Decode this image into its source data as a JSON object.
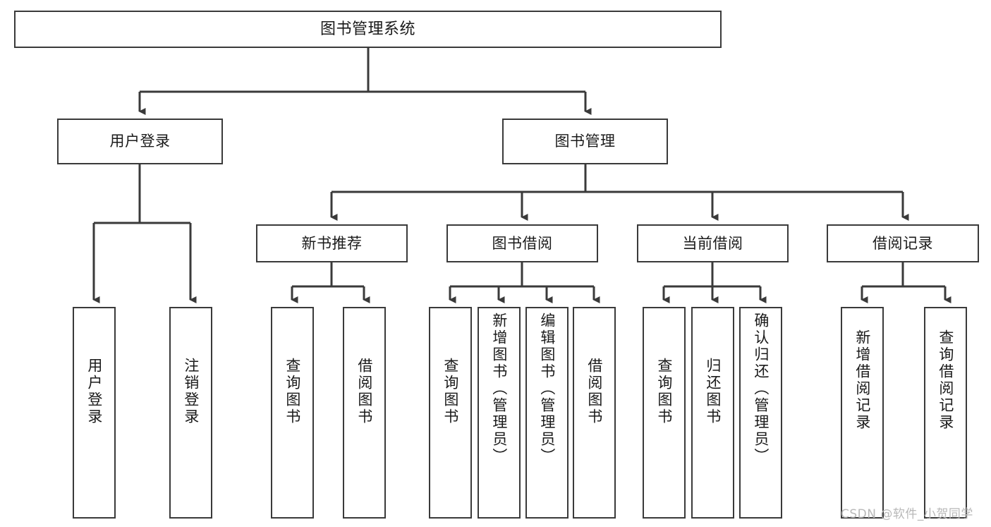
{
  "diagram": {
    "type": "tree",
    "title": "图书管理系统",
    "orientation": "top-down",
    "colors": {
      "node_border": "#3a3a3a",
      "node_fill": "#ffffff",
      "connector": "#3a3a3a",
      "text": "#1a1a1a",
      "watermark": "#b8b8b8",
      "background": "#ffffff"
    }
  },
  "root": {
    "label": "图书管理系统"
  },
  "level2": [
    {
      "label": "用户登录"
    },
    {
      "label": "图书管理"
    }
  ],
  "level3": [
    {
      "label": "新书推荐"
    },
    {
      "label": "图书借阅"
    },
    {
      "label": "当前借阅"
    },
    {
      "label": "借阅记录"
    }
  ],
  "leaves": {
    "user_login": [
      {
        "label": "用户登录"
      },
      {
        "label": "注销登录"
      }
    ],
    "new_book_recommend": [
      {
        "label": "查询图书"
      },
      {
        "label": "借阅图书"
      }
    ],
    "book_borrow": [
      {
        "label": "查询图书"
      },
      {
        "label": "新增图书（管理员）"
      },
      {
        "label": "编辑图书（管理员）"
      },
      {
        "label": "借阅图书"
      }
    ],
    "current_borrow": [
      {
        "label": "查询图书"
      },
      {
        "label": "归还图书"
      },
      {
        "label": "确认归还（管理员）"
      }
    ],
    "borrow_record": [
      {
        "label": "新增借阅记录"
      },
      {
        "label": "查询借阅记录"
      }
    ]
  },
  "watermark": {
    "text": "CSDN @软件_小贺同学"
  }
}
